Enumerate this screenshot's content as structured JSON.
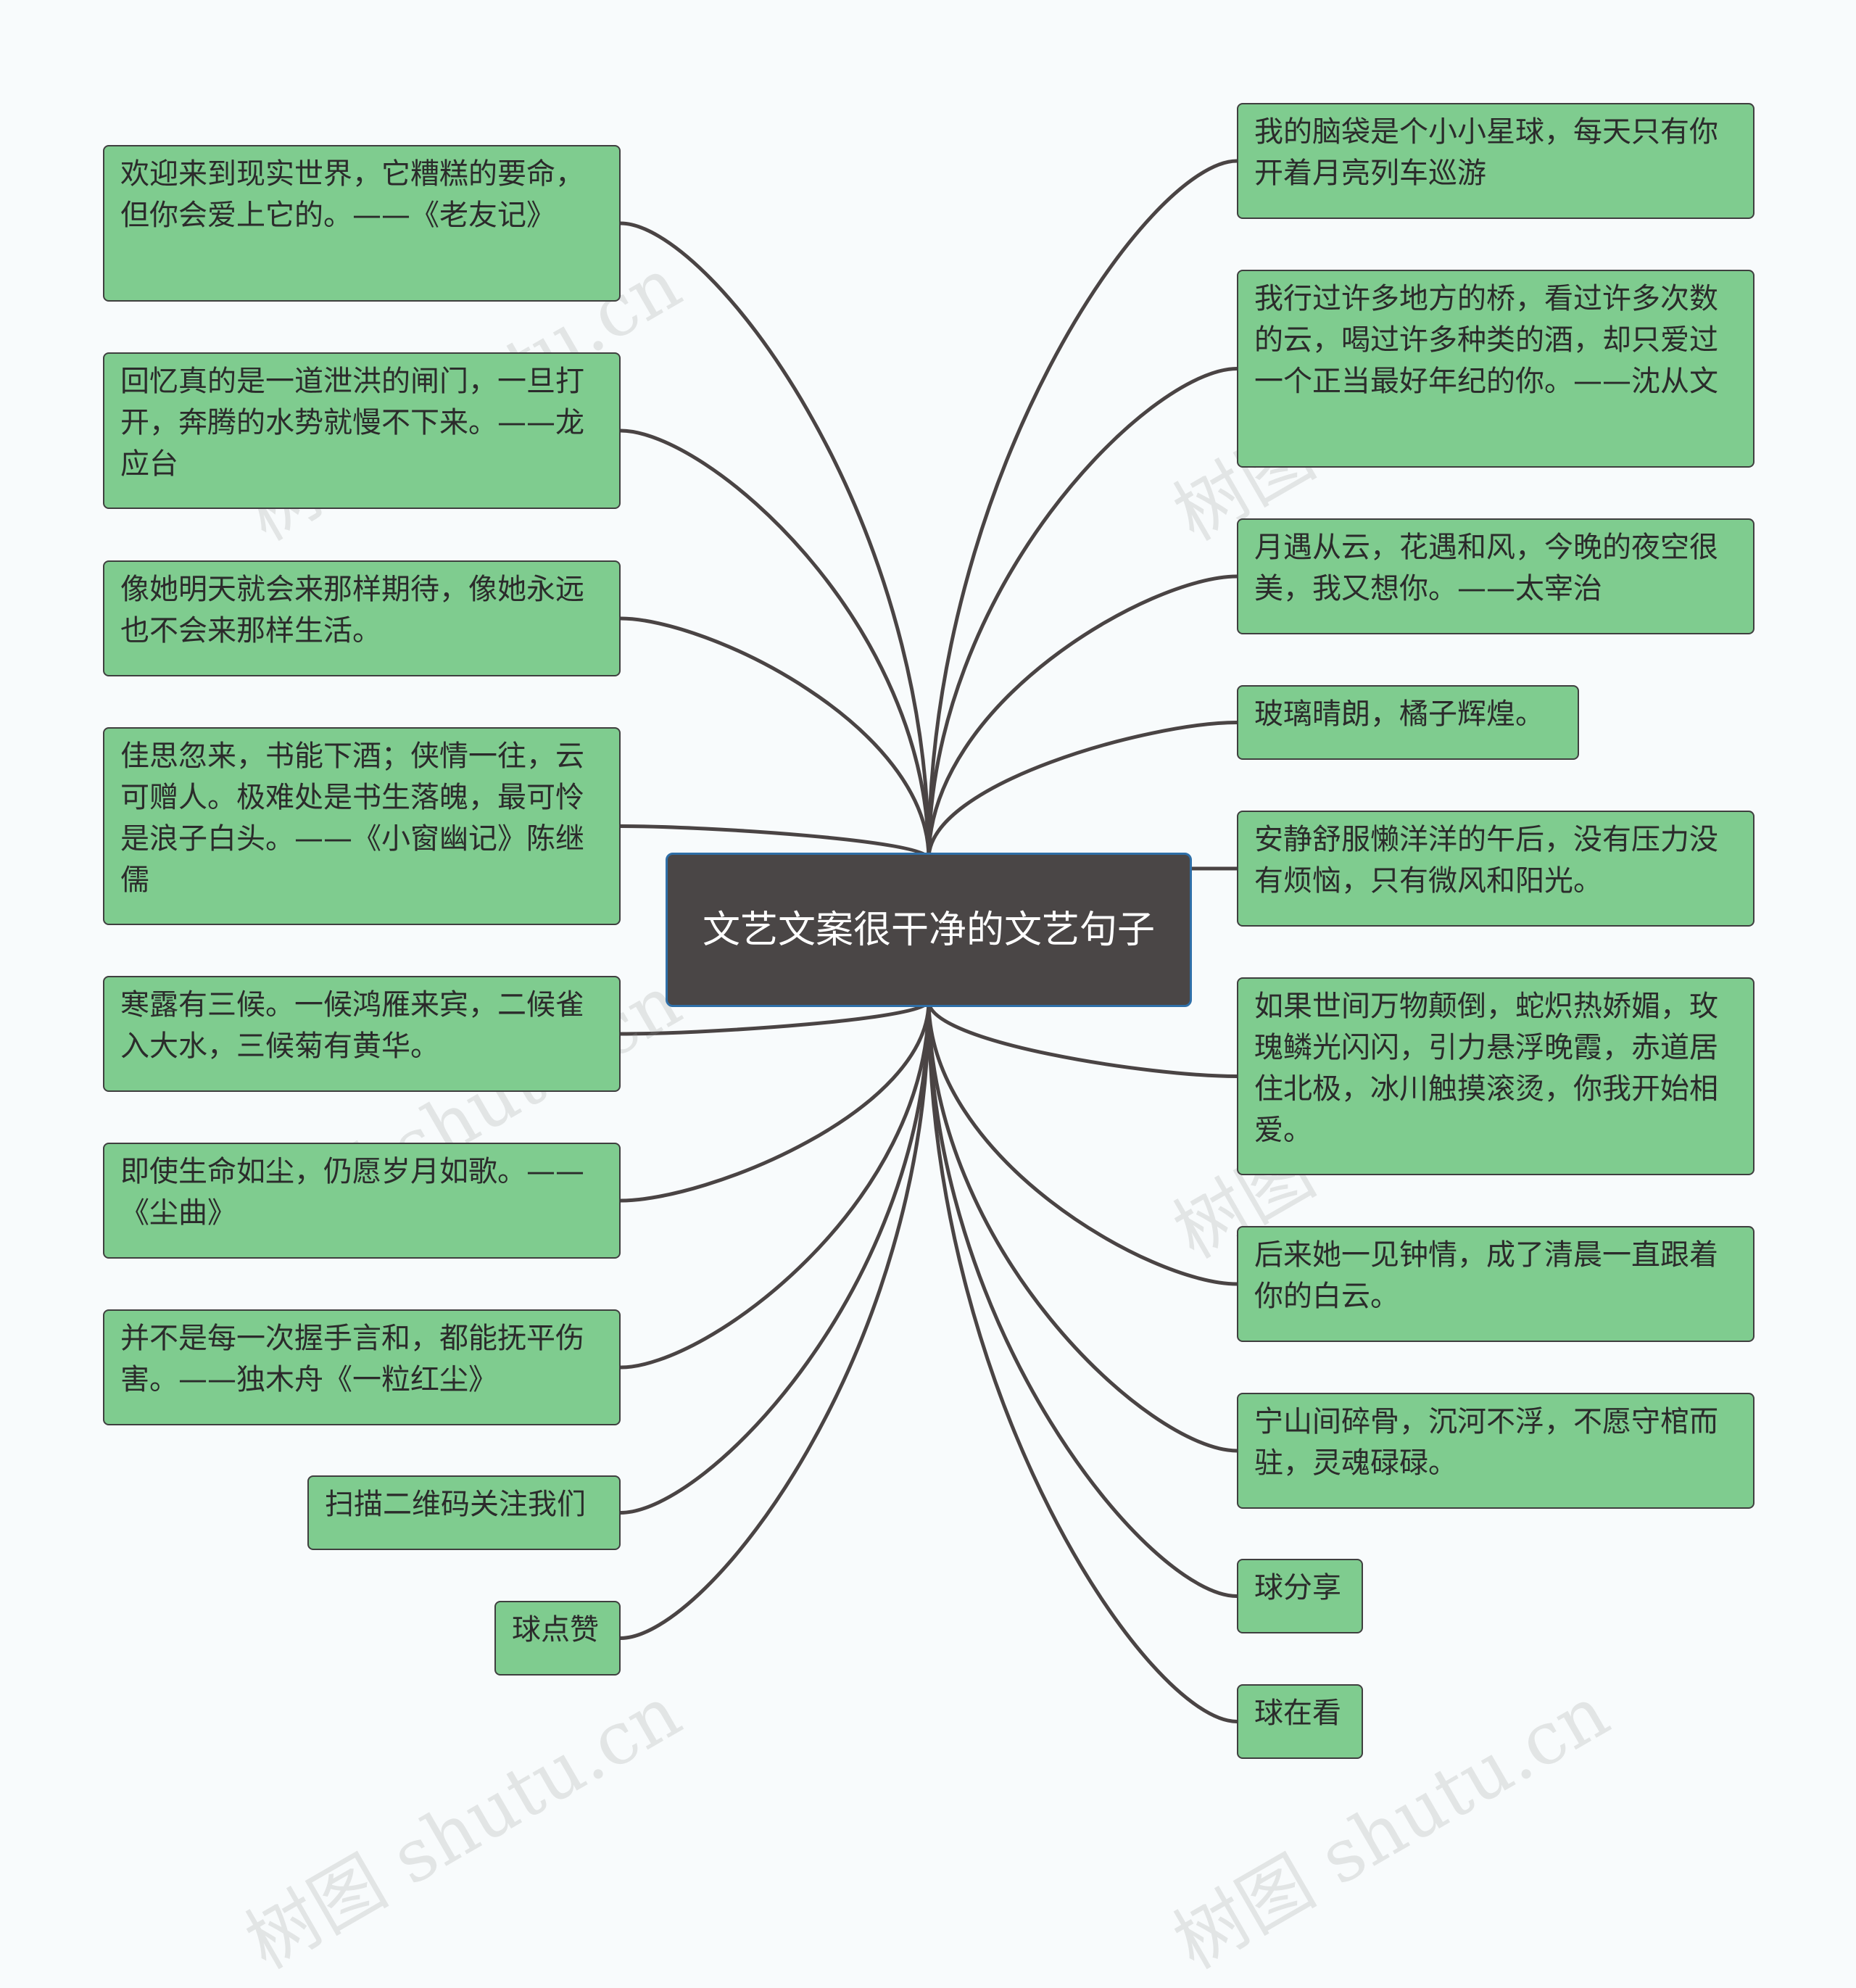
{
  "root": {
    "text": "文艺文案很干净的文艺句子"
  },
  "left_nodes": [
    {
      "text": "欢迎来到现实世界，它糟糕的要命，但你会爱上它的。——《老友记》"
    },
    {
      "text": "回忆真的是一道泄洪的闸门，一旦打开，奔腾的水势就慢不下来。——龙应台"
    },
    {
      "text": "像她明天就会来那样期待，像她永远也不会来那样生活。"
    },
    {
      "text": "佳思忽来，书能下酒；侠情一往，云可赠人。极难处是书生落魄，最可怜是浪子白头。——《小窗幽记》陈继儒"
    },
    {
      "text": "寒露有三候。一候鸿雁来宾，二候雀入大水，三候菊有黄华。"
    },
    {
      "text": "即使生命如尘，仍愿岁月如歌。——《尘曲》"
    },
    {
      "text": "并不是每一次握手言和，都能抚平伤害。——独木舟《一粒红尘》"
    },
    {
      "text": "扫描二维码关注我们"
    },
    {
      "text": "球点赞"
    }
  ],
  "right_nodes": [
    {
      "text": "我的脑袋是个小小星球，每天只有你开着月亮列车巡游"
    },
    {
      "text": "我行过许多地方的桥，看过许多次数的云，喝过许多种类的酒，却只爱过一个正当最好年纪的你。——沈从文"
    },
    {
      "text": "月遇从云，花遇和风，今晚的夜空很美，我又想你。——太宰治"
    },
    {
      "text": "玻璃晴朗，橘子辉煌。"
    },
    {
      "text": "安静舒服懒洋洋的午后，没有压力没有烦恼，只有微风和阳光。"
    },
    {
      "text": "如果世间万物颠倒，蛇炽热娇媚，玫瑰鳞光闪闪，引力悬浮晚霞，赤道居住北极，冰川触摸滚烫，你我开始相爱。"
    },
    {
      "text": "后来她一见钟情，成了清晨一直跟着你的白云。"
    },
    {
      "text": "宁山间碎骨，沉河不浮，不愿守棺而驻，灵魂碌碌。"
    },
    {
      "text": "球分享"
    },
    {
      "text": "球在看"
    }
  ],
  "watermark": "树图 shutu.cn",
  "colors": {
    "node_fill": "#7fcc8f",
    "root_fill": "#4a4646",
    "link": "#4a4444"
  }
}
